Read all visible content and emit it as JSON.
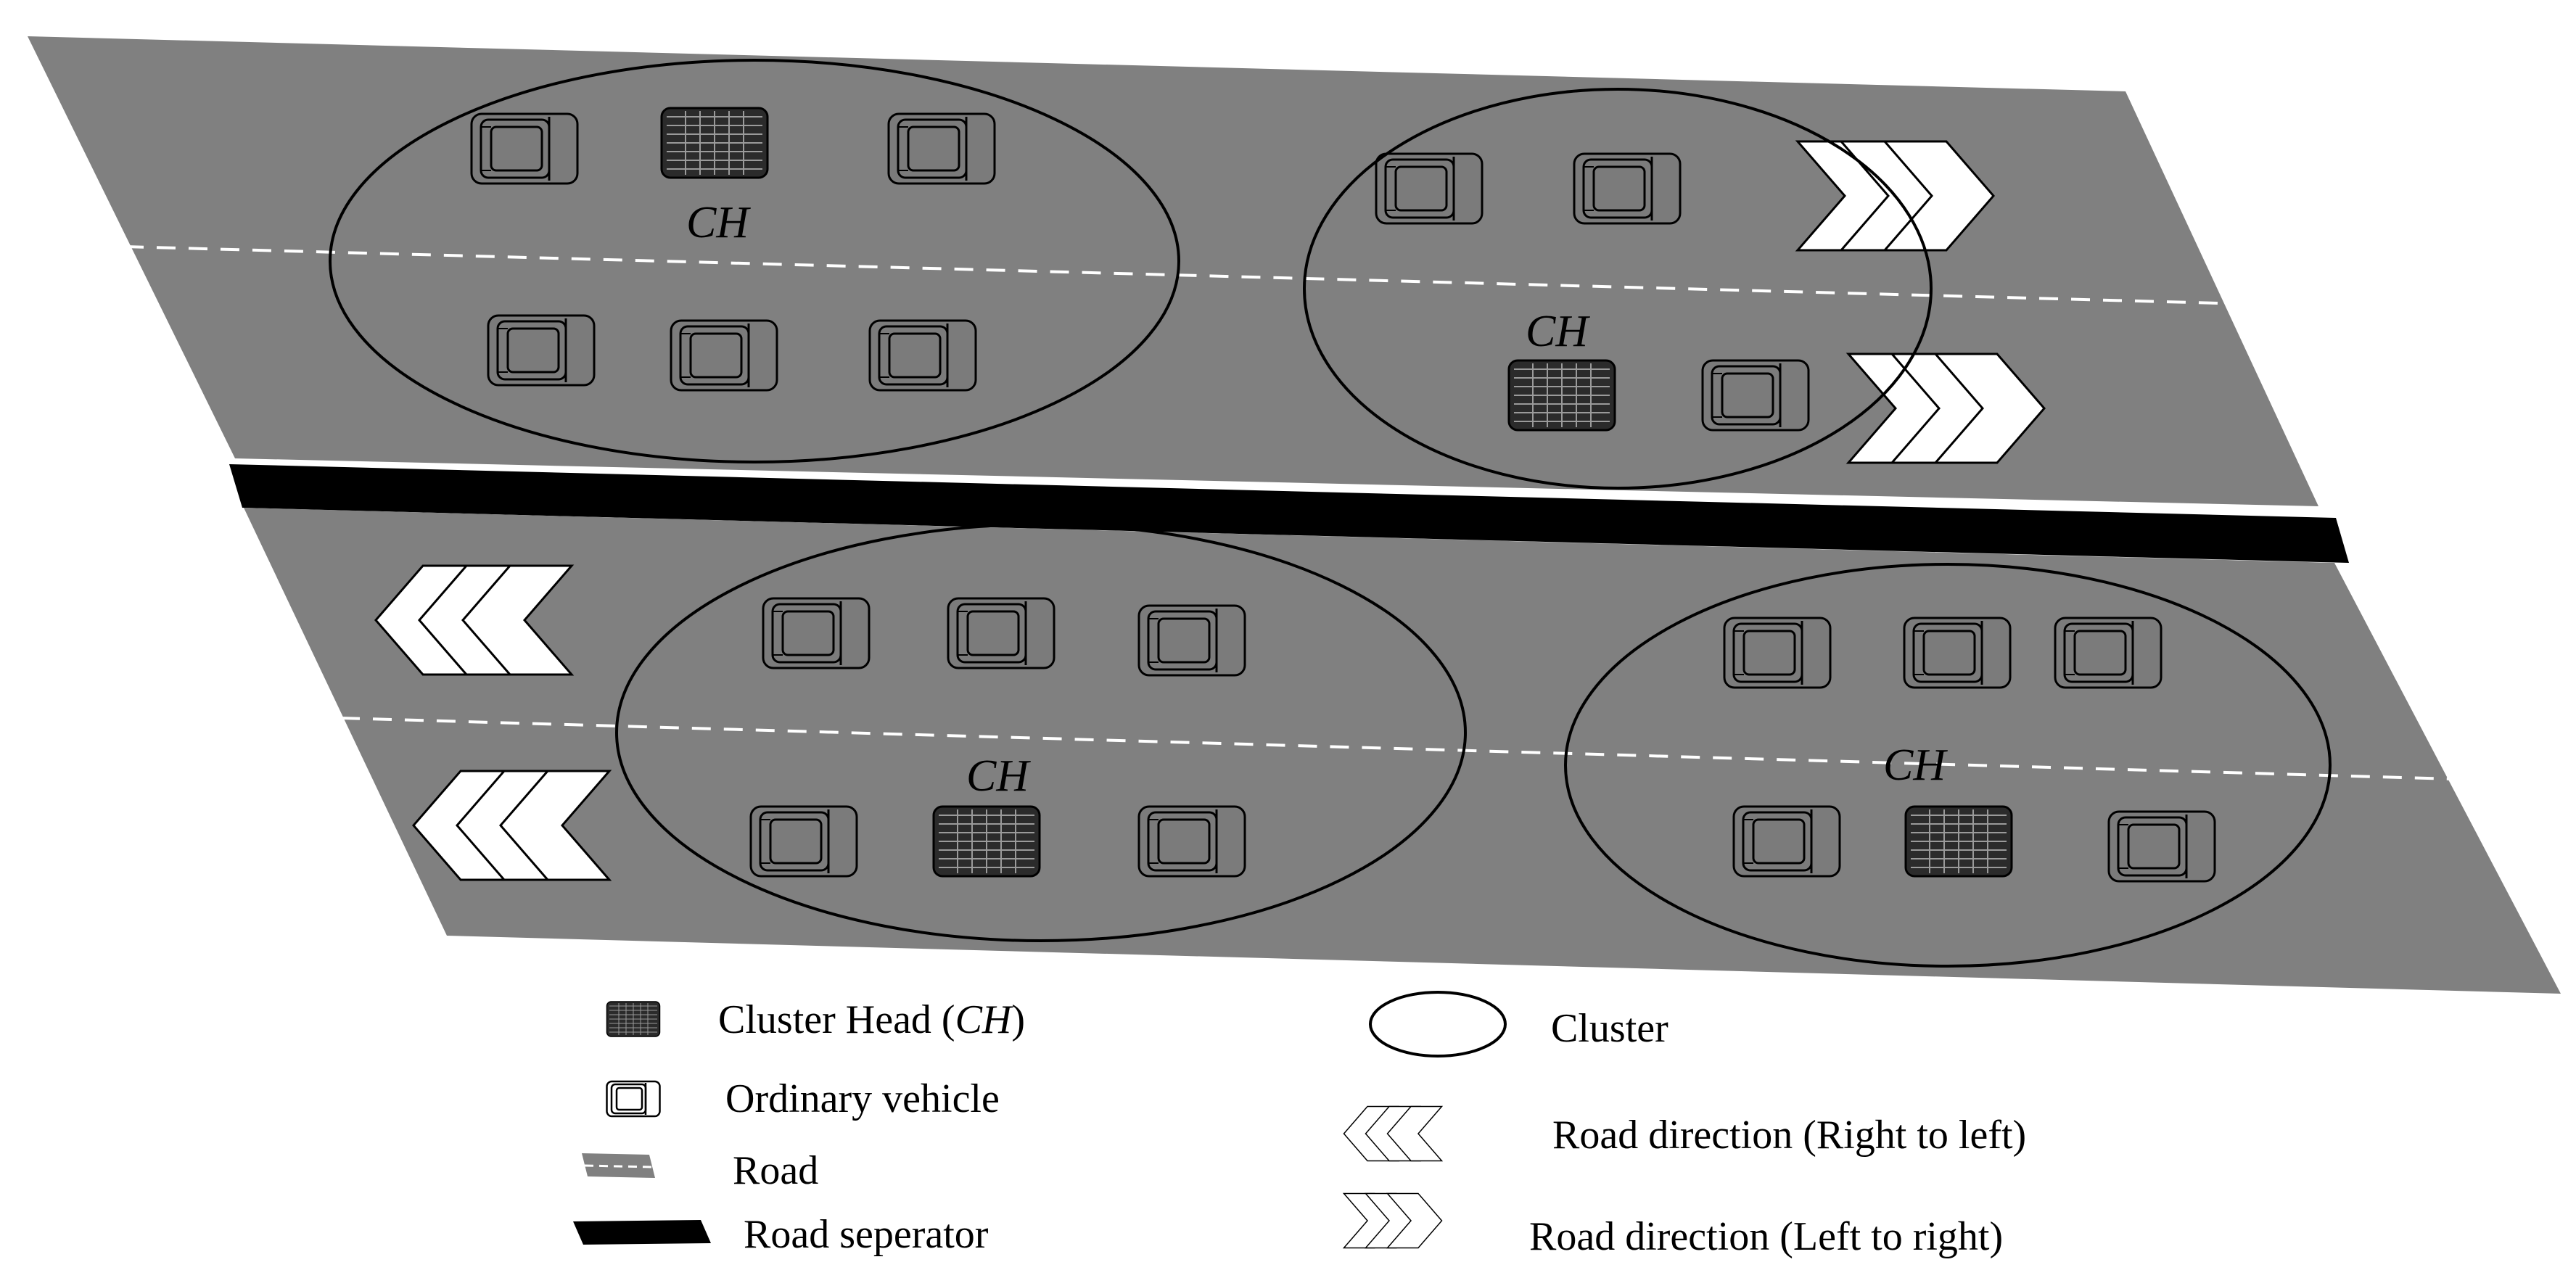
{
  "diagram": {
    "cluster_head_label": "CH",
    "colors": {
      "road": "#808080",
      "separator": "#000000",
      "lane_marking": "#ffffff",
      "vehicle_body": "#7b7b7b",
      "cluster_head_body": "#2b2b2b",
      "outline": "#000000",
      "arrow_fill": "#ffffff"
    },
    "icons": {
      "ordinary_vehicle": "car-top-view-icon",
      "cluster_head": "hatched-car-icon",
      "cluster": "ellipse-outline",
      "direction_left": "chevrons-left-icon",
      "direction_right": "chevrons-right-icon"
    }
  },
  "legend": {
    "cluster_head": {
      "label": "Cluster Head (",
      "abbr": "CH",
      "close": ")"
    },
    "ordinary_vehicle": {
      "label": "Ordinary vehicle"
    },
    "road": {
      "label": "Road"
    },
    "road_separator": {
      "label": "Road seperator"
    },
    "cluster": {
      "label": "Cluster"
    },
    "direction_rtl": {
      "label": "Road direction (Right to left)"
    },
    "direction_ltr": {
      "label": "Road direction (Left to right)"
    }
  }
}
